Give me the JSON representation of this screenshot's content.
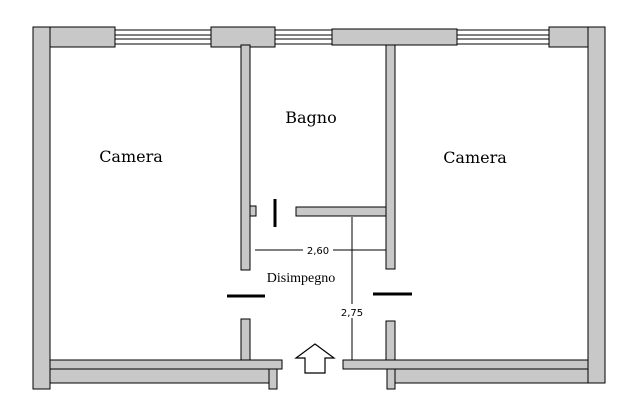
{
  "rooms": {
    "camera_left": "Camera",
    "bagno": "Bagno",
    "camera_right": "Camera",
    "disimpegno": "Disimpegno"
  },
  "dimensions": {
    "width": "2,60",
    "depth": "2,75"
  },
  "icons": {
    "entrance": "up-arrow-icon"
  },
  "colors": {
    "wall_fill": "#c8c8c8",
    "line": "#000000",
    "background": "#ffffff"
  }
}
